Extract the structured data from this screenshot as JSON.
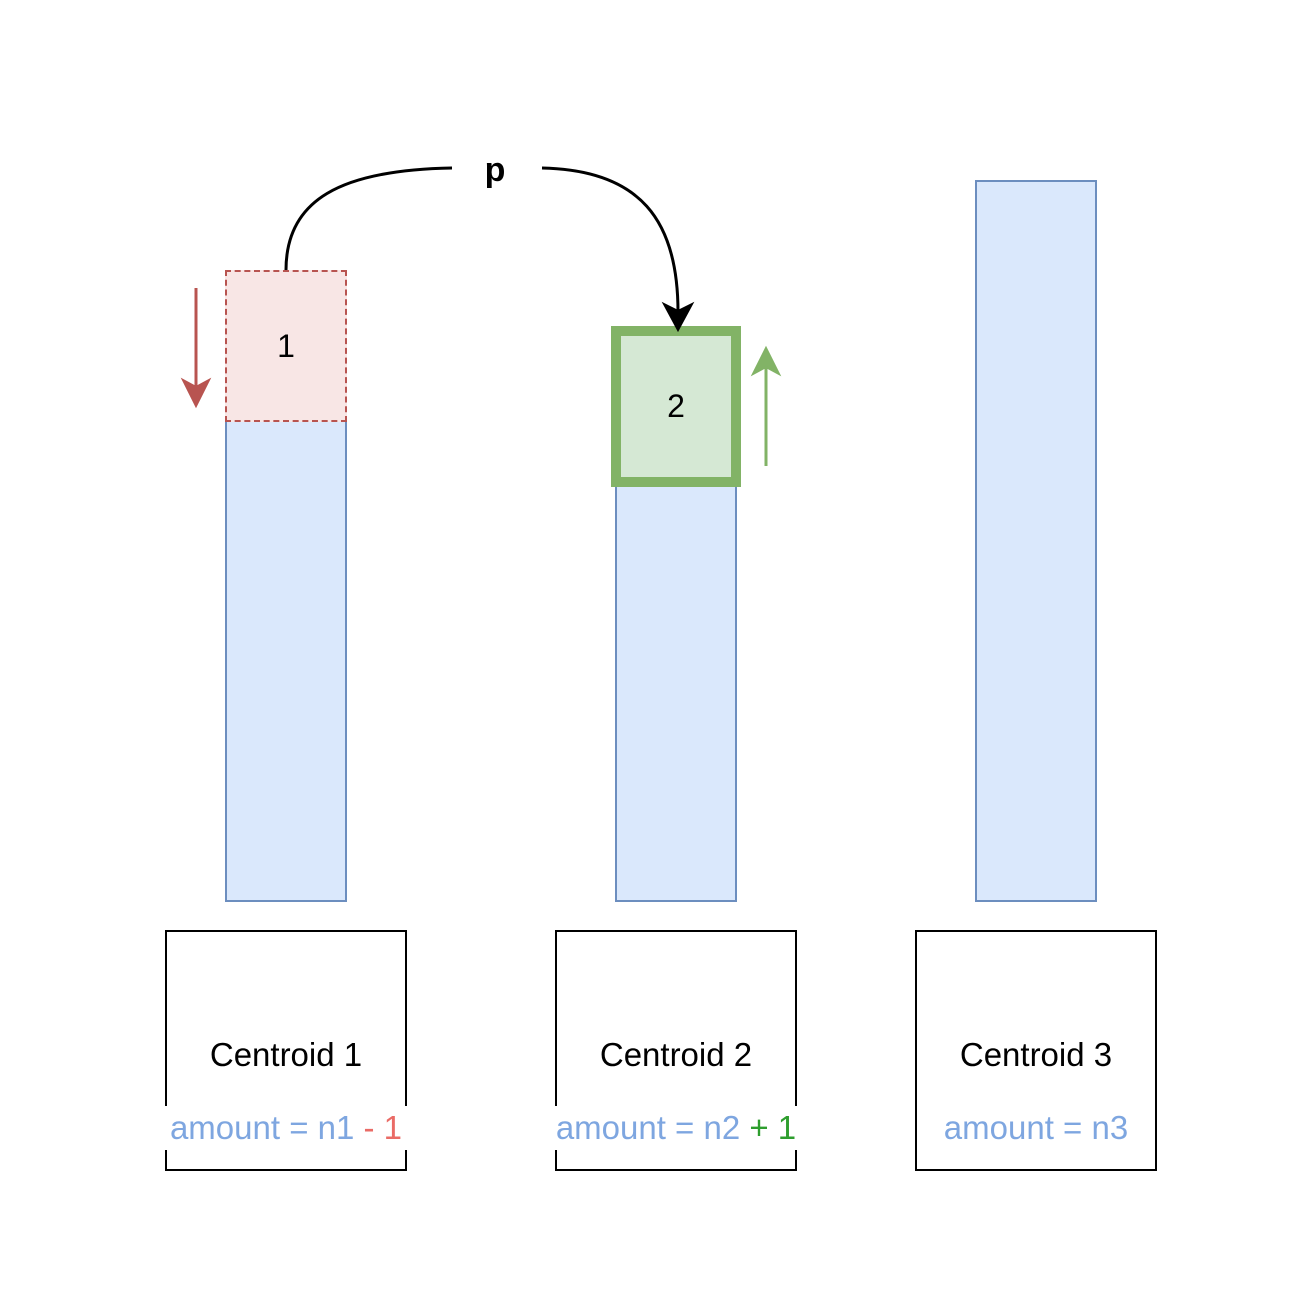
{
  "diagram": {
    "moving_point": "p",
    "removed_item": "1",
    "added_item": "2",
    "colors": {
      "bar_fill": "#dae8fc",
      "bar_stroke": "#6c8ebf",
      "removed_fill": "#f8e6e5",
      "removed_stroke": "#b85450",
      "added_fill": "#d5e8d4",
      "added_stroke": "#82b366",
      "amount_text": "#7ea6e0",
      "minus_text": "#ea6b66",
      "plus_text": "#2e9e2e"
    },
    "centroids": [
      {
        "label": "Centroid 1",
        "amount_base": "amount = n1",
        "amount_delta": " - 1"
      },
      {
        "label": "Centroid 2",
        "amount_base": "amount = n2",
        "amount_delta": " + 1"
      },
      {
        "label": "Centroid 3",
        "amount_base": "amount = n3",
        "amount_delta": ""
      }
    ]
  }
}
